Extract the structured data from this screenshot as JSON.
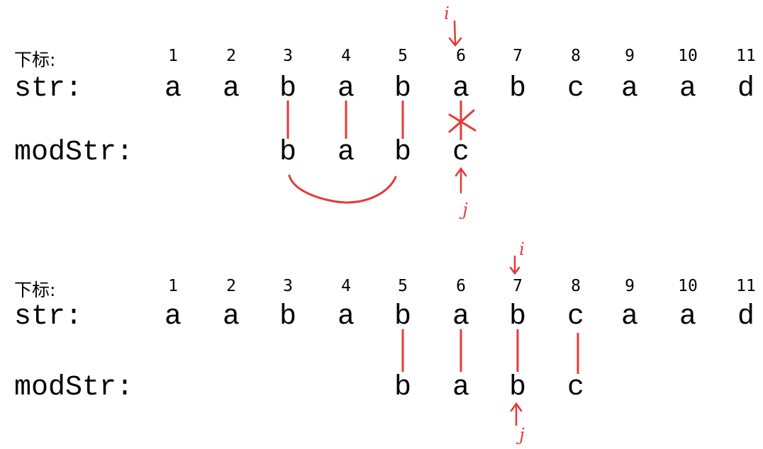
{
  "panels": [
    {
      "index_label": "下标:",
      "str_label": "str:",
      "mod_label": "modStr:",
      "indices": [
        "1",
        "2",
        "3",
        "4",
        "5",
        "6",
        "7",
        "8",
        "9",
        "10",
        "11"
      ],
      "str_chars": [
        "a",
        "a",
        "b",
        "a",
        "b",
        "a",
        "b",
        "c",
        "a",
        "a",
        "d"
      ],
      "mod_chars": [
        "b",
        "a",
        "b",
        "c"
      ],
      "mod_start_index": 3,
      "i_pointer_index": 6,
      "j_pointer_index": 6,
      "matched_indices": [
        3,
        4,
        5
      ],
      "mismatch_index": 6,
      "i_note": "i",
      "j_note": "j"
    },
    {
      "index_label": "下标:",
      "str_label": "str:",
      "mod_label": "modStr:",
      "indices": [
        "1",
        "2",
        "3",
        "4",
        "5",
        "6",
        "7",
        "8",
        "9",
        "10",
        "11"
      ],
      "str_chars": [
        "a",
        "a",
        "b",
        "a",
        "b",
        "a",
        "b",
        "c",
        "a",
        "a",
        "d"
      ],
      "mod_chars": [
        "b",
        "a",
        "b",
        "c"
      ],
      "mod_start_index": 5,
      "i_pointer_index": 7,
      "j_pointer_index": 7,
      "matched_indices": [
        5,
        6,
        7,
        8
      ],
      "i_note": "i",
      "j_note": "j"
    }
  ],
  "colors": {
    "text": "#000000",
    "annotation": "#e53935"
  }
}
